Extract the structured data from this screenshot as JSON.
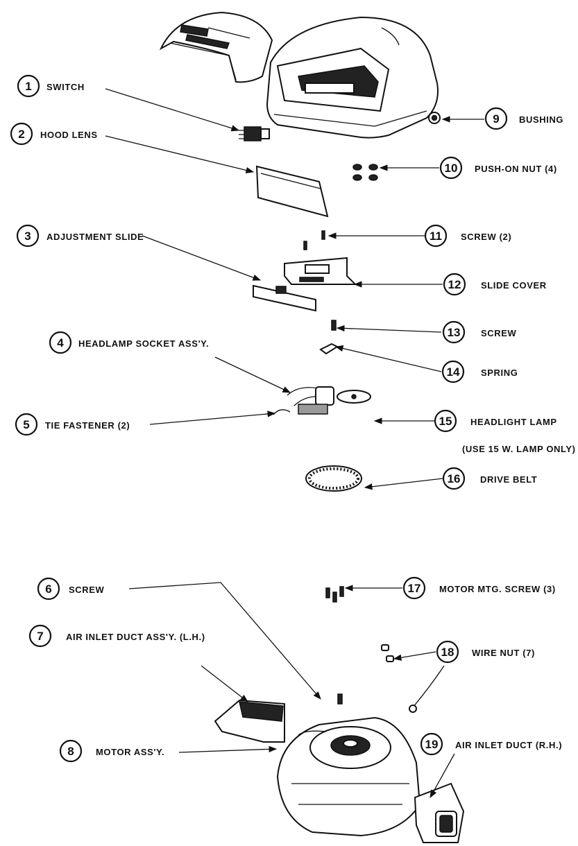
{
  "callouts": [
    {
      "number": "1",
      "label": "SWITCH"
    },
    {
      "number": "2",
      "label": "HOOD LENS"
    },
    {
      "number": "3",
      "label": "ADJUSTMENT SLIDE"
    },
    {
      "number": "4",
      "label": "HEADLAMP SOCKET ASS'Y."
    },
    {
      "number": "5",
      "label": "TIE FASTENER (2)"
    },
    {
      "number": "6",
      "label": "SCREW"
    },
    {
      "number": "7",
      "label": "AIR INLET DUCT ASS'Y. (L.H.)"
    },
    {
      "number": "8",
      "label": "MOTOR ASS'Y."
    },
    {
      "number": "9",
      "label": "BUSHING"
    },
    {
      "number": "10",
      "label": "PUSH-ON NUT (4)"
    },
    {
      "number": "11",
      "label": "SCREW (2)"
    },
    {
      "number": "12",
      "label": "SLIDE COVER"
    },
    {
      "number": "13",
      "label": "SCREW"
    },
    {
      "number": "14",
      "label": "SPRING"
    },
    {
      "number": "15",
      "label": "HEADLIGHT LAMP"
    },
    {
      "number": "16",
      "label": "DRIVE BELT"
    },
    {
      "number": "17",
      "label": "MOTOR MTG. SCREW (3)"
    },
    {
      "number": "18",
      "label": "WIRE NUT (7)"
    },
    {
      "number": "19",
      "label": "AIR INLET DUCT (R.H.)"
    }
  ],
  "notes": {
    "lamp_note": "(USE 15 W. LAMP ONLY)"
  }
}
